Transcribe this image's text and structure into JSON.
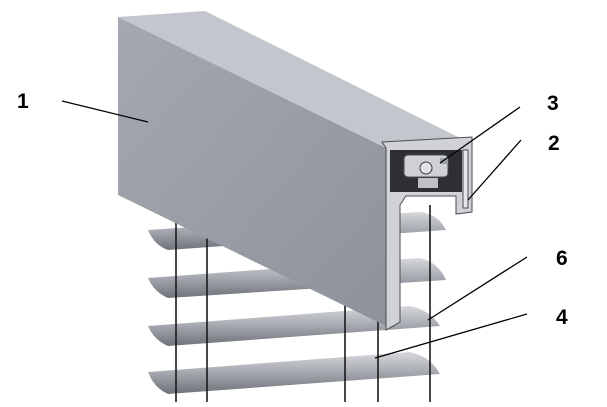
{
  "callouts": [
    {
      "id": "1",
      "text": "1"
    },
    {
      "id": "2",
      "text": "2"
    },
    {
      "id": "3",
      "text": "3"
    },
    {
      "id": "4",
      "text": "4"
    },
    {
      "id": "6",
      "text": "6"
    }
  ],
  "colors": {
    "housing_face": "#9a9ea6",
    "housing_top": "#c2c5cb",
    "housing_dark": "#5e6167",
    "slat_light": "#c5c7cc",
    "slat_dark": "#7b7e85",
    "cord": "#1a1a1a",
    "leader": "#000000"
  }
}
